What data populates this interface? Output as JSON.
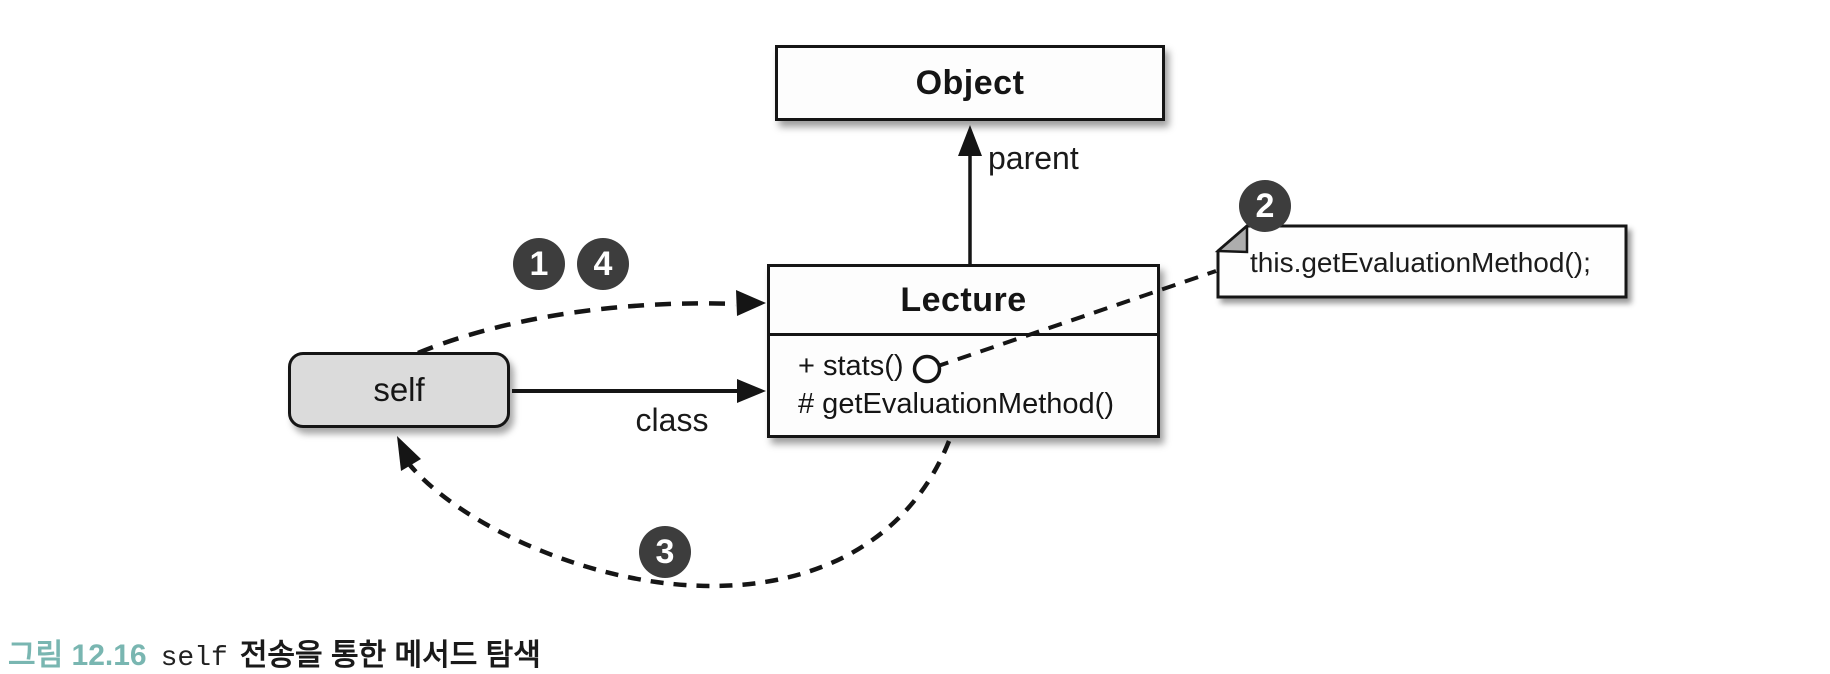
{
  "diagram": {
    "object_class": {
      "name": "Object"
    },
    "lecture_class": {
      "name": "Lecture",
      "methods": [
        "+ stats()",
        "# getEvaluationMethod()"
      ]
    },
    "self_node": {
      "label": "self"
    },
    "edge_labels": {
      "parent": "parent",
      "class": "class"
    },
    "note": {
      "code": "this.getEvaluationMethod();"
    },
    "badges": [
      "1",
      "2",
      "3",
      "4"
    ]
  },
  "caption": {
    "figure_label": "그림 12.16",
    "keyword": "self",
    "title": "전송을 통한 메서드 탐색"
  },
  "colors": {
    "accent_teal": "#79B6B1",
    "badge_gray": "#3D3D3D",
    "self_fill": "#DBDBDB",
    "line_black": "#151515",
    "note_fold_gray": "#ADADAD"
  }
}
